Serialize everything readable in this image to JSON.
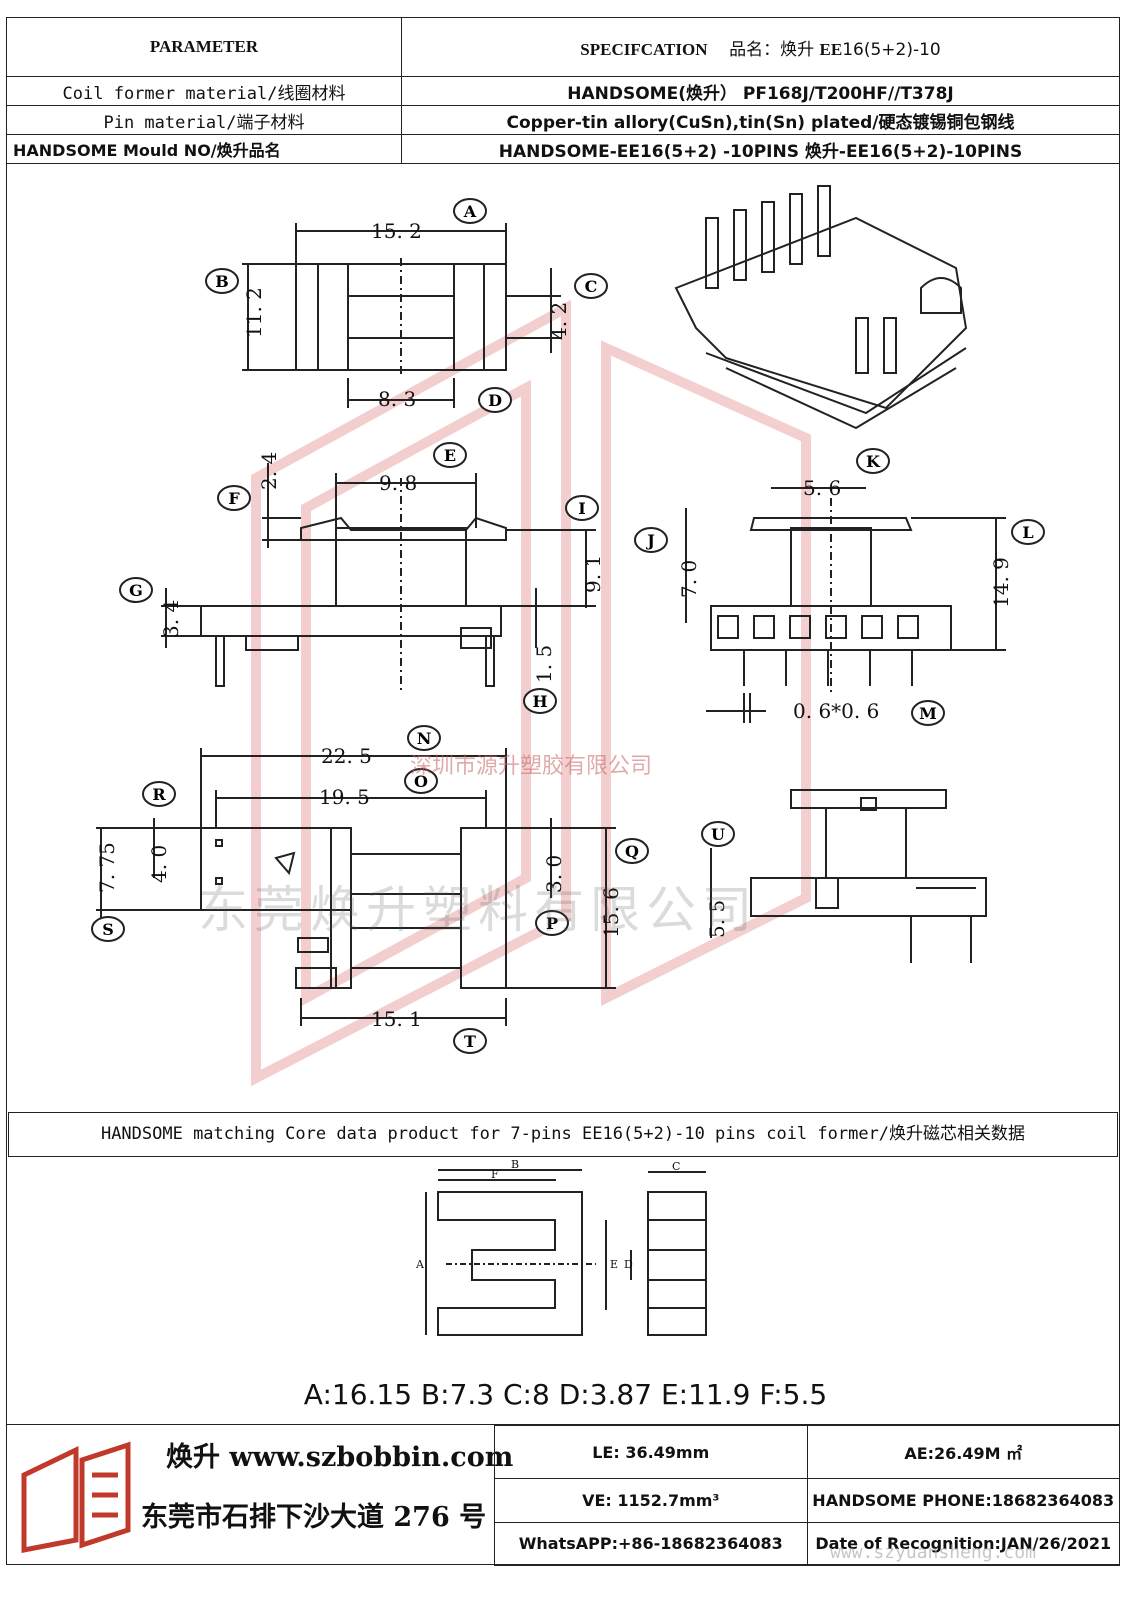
{
  "header": {
    "param_title": "PARAMETER",
    "spec_title": "SPECIFCATION",
    "name_label": "品名：焕升",
    "name_model": "EE",
    "name_suffix": "16(5+2)-10"
  },
  "rows": [
    {
      "label": "Coil former material/线圈材料",
      "value": "HANDSOME(焕升）   PF168J/T200HF//T378J"
    },
    {
      "label": "Pin material/端子材料",
      "value": "Copper-tin allory(CuSn),tin(Sn) plated/硬态镀锡铜包钢线"
    },
    {
      "label": "HANDSOME Mould NO/焕升品名",
      "value": "HANDSOME-EE16(5+2) -10PINS    焕升-EE16(5+2)-10PINS"
    }
  ],
  "dims": {
    "A": "15. 2",
    "B": "11. 2",
    "C": "4. 2",
    "D": "8. 3",
    "E": "9. 8",
    "F": "2. 4",
    "G": "3. 4",
    "H": "1. 5",
    "I": "9. 1",
    "J": "7. 0",
    "K": "5. 6",
    "L": "14. 9",
    "M": "0. 6*0. 6",
    "N": "22. 5",
    "O": "19. 5",
    "P": "3. 0",
    "Q": "15. 6",
    "R": "4. 0",
    "S": "7. 75",
    "T": "15. 1",
    "U": "5. 5"
  },
  "letters": [
    "A",
    "B",
    "C",
    "D",
    "E",
    "F",
    "G",
    "H",
    "I",
    "J",
    "K",
    "L",
    "M",
    "N",
    "O",
    "P",
    "Q",
    "R",
    "S",
    "T",
    "U"
  ],
  "matching_title": "HANDSOME matching Core data  product for 7-pins EE16(5+2)-10 pins coil former/焕升磁芯相关数据",
  "core_labels": {
    "A": "A",
    "B": "B",
    "C": "C",
    "D": "D",
    "E": "E",
    "F": "F"
  },
  "core_data": "A:16.15 B:7.3 C:8 D:3.87 E:11.9 F:5.5",
  "footer": {
    "brand": "焕升  www.szbobbin.com",
    "address": "东莞市石排下沙大道 276 号",
    "le": "LE: 36.49mm",
    "ae": "AE:26.49M ㎡",
    "ve": "VE: 1152.7mm³",
    "phone": "HANDSOME PHONE:18682364083",
    "whatsapp": "WhatsAPP:+86-18682364083",
    "date": "Date of Recognition:JAN/26/2021"
  },
  "watermarks": {
    "company_cn": "东莞焕升塑料有限公司",
    "company_sz": "深圳市源升塑胶有限公司",
    "url": "www.szyuansheng.com"
  },
  "colors": {
    "watermark_red": "#e9a7a7",
    "line": "#222222"
  }
}
